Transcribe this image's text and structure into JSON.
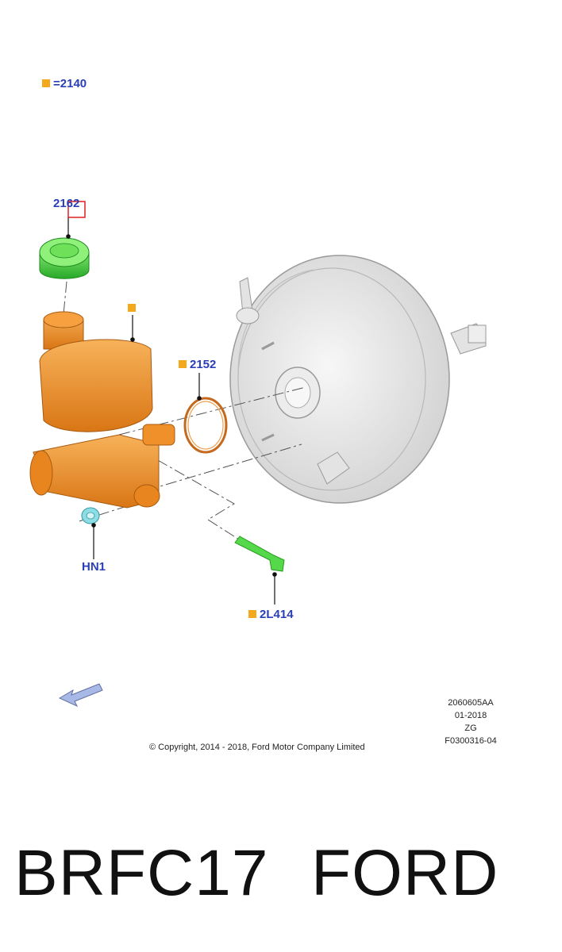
{
  "legend": {
    "equals_code": "=2140"
  },
  "callouts": {
    "cap": "2162",
    "reservoir_marker": "",
    "seal": "2152",
    "nut": "HN1",
    "sensor": "2L414"
  },
  "drawing_meta": {
    "line1": "2060605AA",
    "line2": "01-2018",
    "line3": "ZG",
    "line4": "F0300316-04"
  },
  "copyright": "© Copyright, 2014 - 2018, Ford Motor Company Limited",
  "footer": {
    "part_code": "BRFC17",
    "brand": "FORD"
  },
  "colors": {
    "callout_text": "#2a3fb5",
    "legend_square": "#f4a81c",
    "cap": "#3dcc3d",
    "reservoir": "#f0902a",
    "seal": "#d9782a",
    "nut": "#6ec9d2",
    "sensor": "#55d94a",
    "booster": "#e6e6e6",
    "highlight_box": "#e02020"
  },
  "icons": [
    "front-direction-arrow-icon"
  ]
}
